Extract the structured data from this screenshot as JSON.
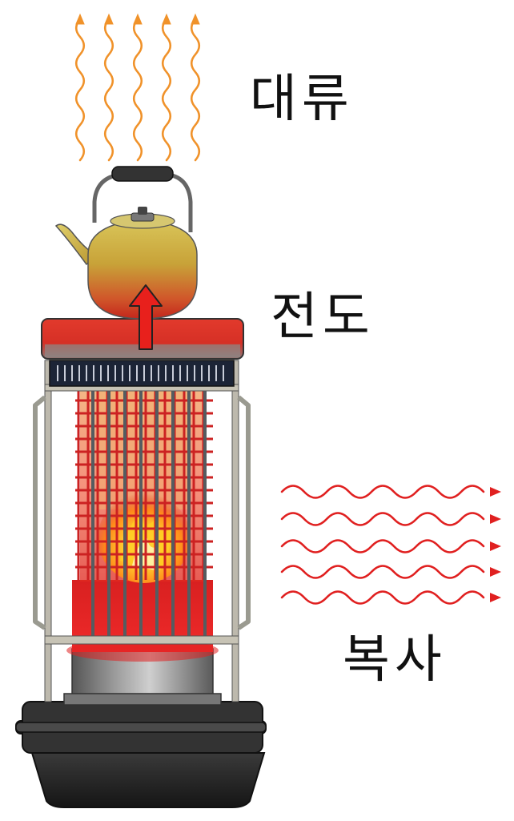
{
  "labels": {
    "convection": "대류",
    "conduction": "전도",
    "radiation": "복사"
  },
  "colors": {
    "convection_arrow": "#f0922a",
    "radiation_wave": "#e02020",
    "conduction_arrow": "#e8201c",
    "heater_base": "#2a2a2a",
    "heater_top_plate": "#d92a2a",
    "kettle_gold": "#c9a43a",
    "flame": "#ffb020",
    "frame": "#8a8a80"
  },
  "icons": {
    "heater": "oil-heater-icon",
    "kettle": "kettle-icon",
    "flame": "flame-icon"
  }
}
